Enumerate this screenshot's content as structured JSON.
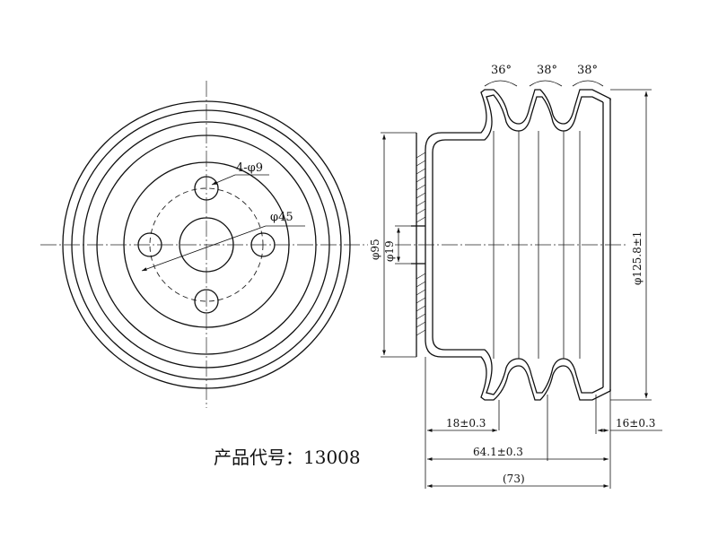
{
  "front_view": {
    "hole_note": "4-φ9",
    "pcd_label": "φ45"
  },
  "side_view": {
    "groove_angles": [
      "36°",
      "38°",
      "38°"
    ],
    "dia_95": "φ95",
    "dia_19": "φ19",
    "dia_outer": "φ125.8±1",
    "dim_18": "18±0.3",
    "dim_16": "16±0.3",
    "dim_64": "64.1±0.3",
    "dim_73": "(73)"
  },
  "product_code": {
    "label": "产品代号：",
    "value": "13008"
  }
}
